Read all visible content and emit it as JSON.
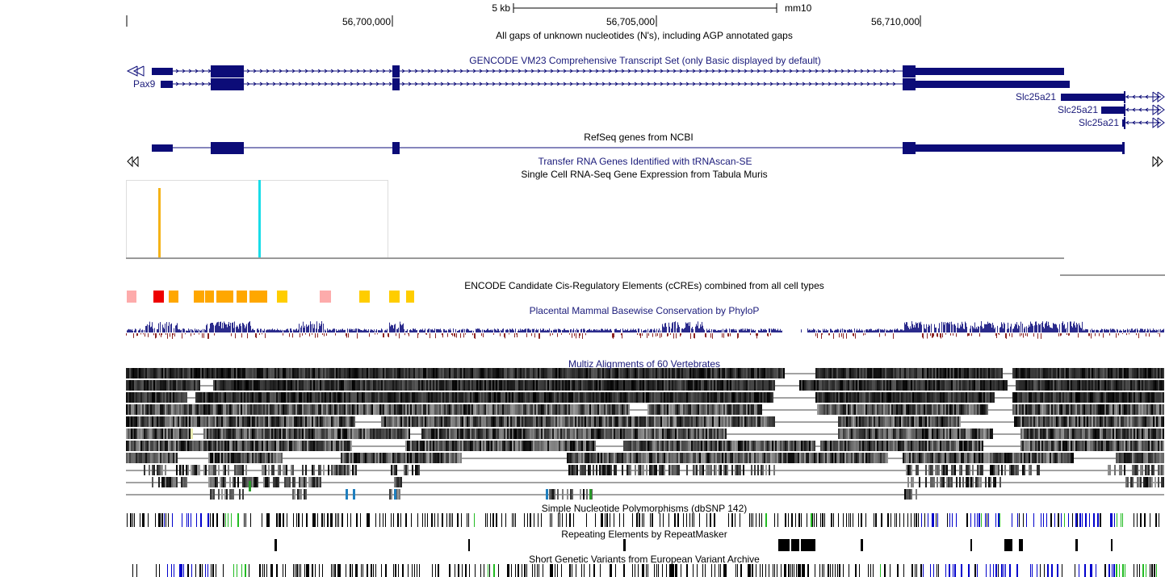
{
  "ruler": {
    "scale_label": "5 kb",
    "assembly": "mm10",
    "positions": [
      "56,700,000",
      "56,705,000",
      "56,710,000"
    ]
  },
  "tracks": {
    "gap": "All gaps of unknown nucleotides (N's), including AGP annotated gaps",
    "gencode": "GENCODE VM23 Comprehensive Transcript Set (only Basic displayed by default)",
    "refseq": "RefSeq genes from NCBI",
    "trna": "Transfer RNA Genes Identified with tRNAscan-SE",
    "tabula_muris": "Single Cell RNA-Seq Gene Expression from Tabula Muris",
    "ccre": "ENCODE Candidate Cis-Regulatory Elements (cCREs) combined from all cell types",
    "phylop": "Placental Mammal Basewise Conservation by PhyloP",
    "multiz": "Multiz Alignments of 60 Vertebrates",
    "snp": "Simple Nucleotide Polymorphisms (dbSNP 142)",
    "rmsk": "Repeating Elements by RepeatMasker",
    "eva": "Short Genetic Variants from European Variant Archive"
  },
  "genes": {
    "pax9": "Pax9",
    "slc_1": "Slc25a21",
    "slc_2": "Slc25a21",
    "slc_3": "Slc25a21"
  },
  "colors": {
    "gene": "#0c0c78",
    "label_blue": "#1a1a7a",
    "tabula_orange": "#f5b318",
    "tabula_cyan": "#19dde8",
    "ccre_pink": "#fdabab",
    "ccre_red": "#ee0000",
    "ccre_orange": "#ffa700",
    "ccre_yellow": "#ffcd00",
    "phylop_pos": "#2b2b8c",
    "phylop_neg": "#8b2222",
    "snp_blue": "#0000cc",
    "snp_green": "#22bb22"
  }
}
